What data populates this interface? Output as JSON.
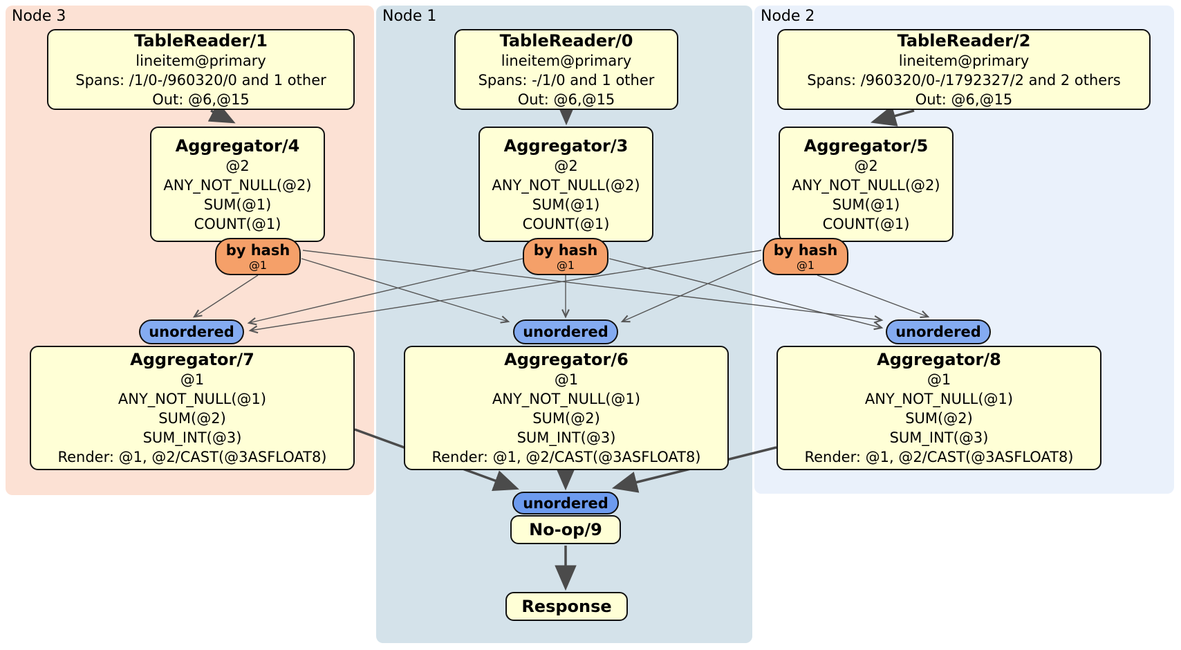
{
  "panels": {
    "node3": {
      "label": "Node 3"
    },
    "node1": {
      "label": "Node 1"
    },
    "node2": {
      "label": "Node 2"
    }
  },
  "nodes": {
    "tr1": {
      "title": "TableReader/1",
      "lines": [
        "lineitem@primary",
        "Spans: /1/0-/960320/0 and 1 other",
        "Out: @6,@15"
      ]
    },
    "tr0": {
      "title": "TableReader/0",
      "lines": [
        "lineitem@primary",
        "Spans: -/1/0 and 1 other",
        "Out: @6,@15"
      ]
    },
    "tr2": {
      "title": "TableReader/2",
      "lines": [
        "lineitem@primary",
        "Spans: /960320/0-/1792327/2 and 2 others",
        "Out: @6,@15"
      ]
    },
    "agg4": {
      "title": "Aggregator/4",
      "lines": [
        "@2",
        "ANY_NOT_NULL(@2)",
        "SUM(@1)",
        "COUNT(@1)"
      ]
    },
    "agg3": {
      "title": "Aggregator/3",
      "lines": [
        "@2",
        "ANY_NOT_NULL(@2)",
        "SUM(@1)",
        "COUNT(@1)"
      ]
    },
    "agg5": {
      "title": "Aggregator/5",
      "lines": [
        "@2",
        "ANY_NOT_NULL(@2)",
        "SUM(@1)",
        "COUNT(@1)"
      ]
    },
    "agg7": {
      "title": "Aggregator/7",
      "lines": [
        "@1",
        "ANY_NOT_NULL(@1)",
        "SUM(@2)",
        "SUM_INT(@3)",
        "Render: @1, @2/CAST(@3ASFLOAT8)"
      ]
    },
    "agg6": {
      "title": "Aggregator/6",
      "lines": [
        "@1",
        "ANY_NOT_NULL(@1)",
        "SUM(@2)",
        "SUM_INT(@3)",
        "Render: @1, @2/CAST(@3ASFLOAT8)"
      ]
    },
    "agg8": {
      "title": "Aggregator/8",
      "lines": [
        "@1",
        "ANY_NOT_NULL(@1)",
        "SUM(@2)",
        "SUM_INT(@3)",
        "Render: @1, @2/CAST(@3ASFLOAT8)"
      ]
    },
    "noop": {
      "title": "No-op/9"
    },
    "response": {
      "title": "Response"
    }
  },
  "router": {
    "label": "by hash",
    "key": "@1"
  },
  "sync": {
    "label": "unordered"
  },
  "colors": {
    "panel_node3": "#fce1d4",
    "panel_node1": "#d4e2ea",
    "panel_node2": "#eaf1fb",
    "processor_fill": "#ffffd6",
    "router_fill": "#f5a069",
    "sync_fill": "#84abf1",
    "final_sync_fill": "#6d9bef",
    "edge": "#4b4b4b"
  }
}
